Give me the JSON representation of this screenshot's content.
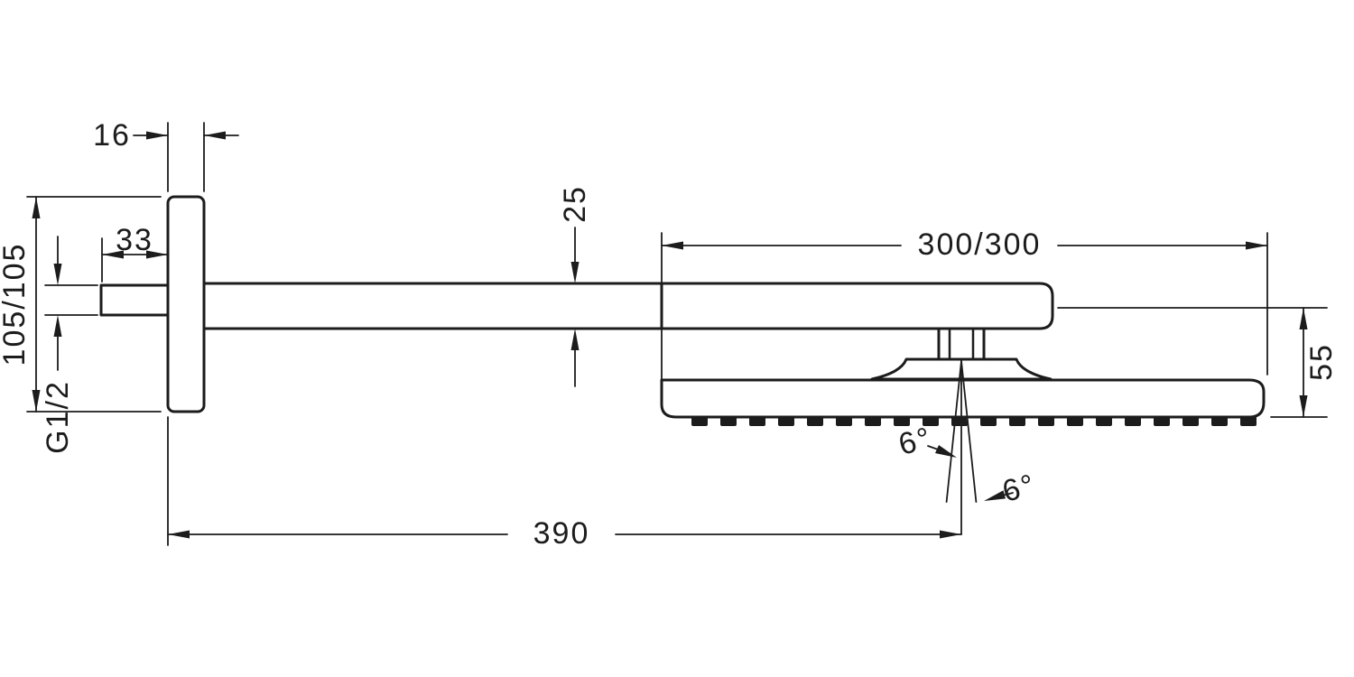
{
  "diagram": {
    "title": "shower-head-with-arm-technical-drawing",
    "colors": {
      "line": "#1c1c1c",
      "background": "#ffffff"
    },
    "dimensions": {
      "plate_thickness": "16",
      "stub_length": "33",
      "escutcheon_size": "105/105",
      "thread_size": "G1/2",
      "arm_profile_height": "25",
      "head_size": "300/300",
      "head_height": "55",
      "arm_projection": "390",
      "tilt_left": "6°",
      "tilt_right": "6°"
    }
  }
}
